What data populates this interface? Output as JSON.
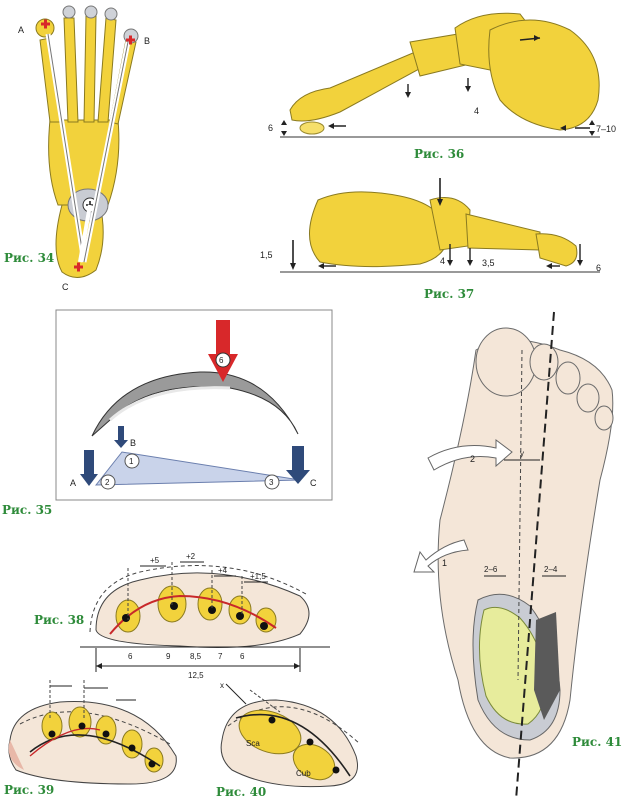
{
  "figures": {
    "fig34": {
      "caption": "Рис. 34",
      "point_a": "A",
      "point_b": "B",
      "point_c": "C"
    },
    "fig35": {
      "caption": "Рис. 35",
      "point_a": "A",
      "point_b": "B",
      "point_c": "C",
      "marker_1": "1",
      "marker_2": "2",
      "marker_3": "3",
      "marker_6": "6"
    },
    "fig36": {
      "caption": "Рис. 36",
      "dim_heel": "7–10",
      "dim_toe": "6",
      "dim_mid": "4"
    },
    "fig37": {
      "caption": "Рис. 37",
      "dim_left": "1,5",
      "dim_mid": "4",
      "dim_mid2": "3,5",
      "dim_right": "6"
    },
    "fig38": {
      "caption": "Рис. 38",
      "top_dims": [
        "+5",
        "+2",
        "+4",
        "+1,5"
      ],
      "bottom_dims": [
        "6",
        "9",
        "8,5",
        "7",
        "6"
      ],
      "total": "12,5"
    },
    "fig39": {
      "caption": "Рис. 39"
    },
    "fig40": {
      "caption": "Рис. 40",
      "axis": "x",
      "bone_sca": "Sca",
      "bone_cub": "Cub"
    },
    "fig41": {
      "caption": "Рис. 41",
      "arrow_1": "1",
      "arrow_2": "2",
      "angle_y": "y",
      "dim_left": "2–6",
      "dim_right": "2–4"
    }
  },
  "colors": {
    "bone_yellow": "#f2d23c",
    "caption_green": "#2e8b3a",
    "arrow_red": "#d8282a",
    "arrow_blue": "#2f4a7a",
    "skin": "#f4e6d8"
  }
}
